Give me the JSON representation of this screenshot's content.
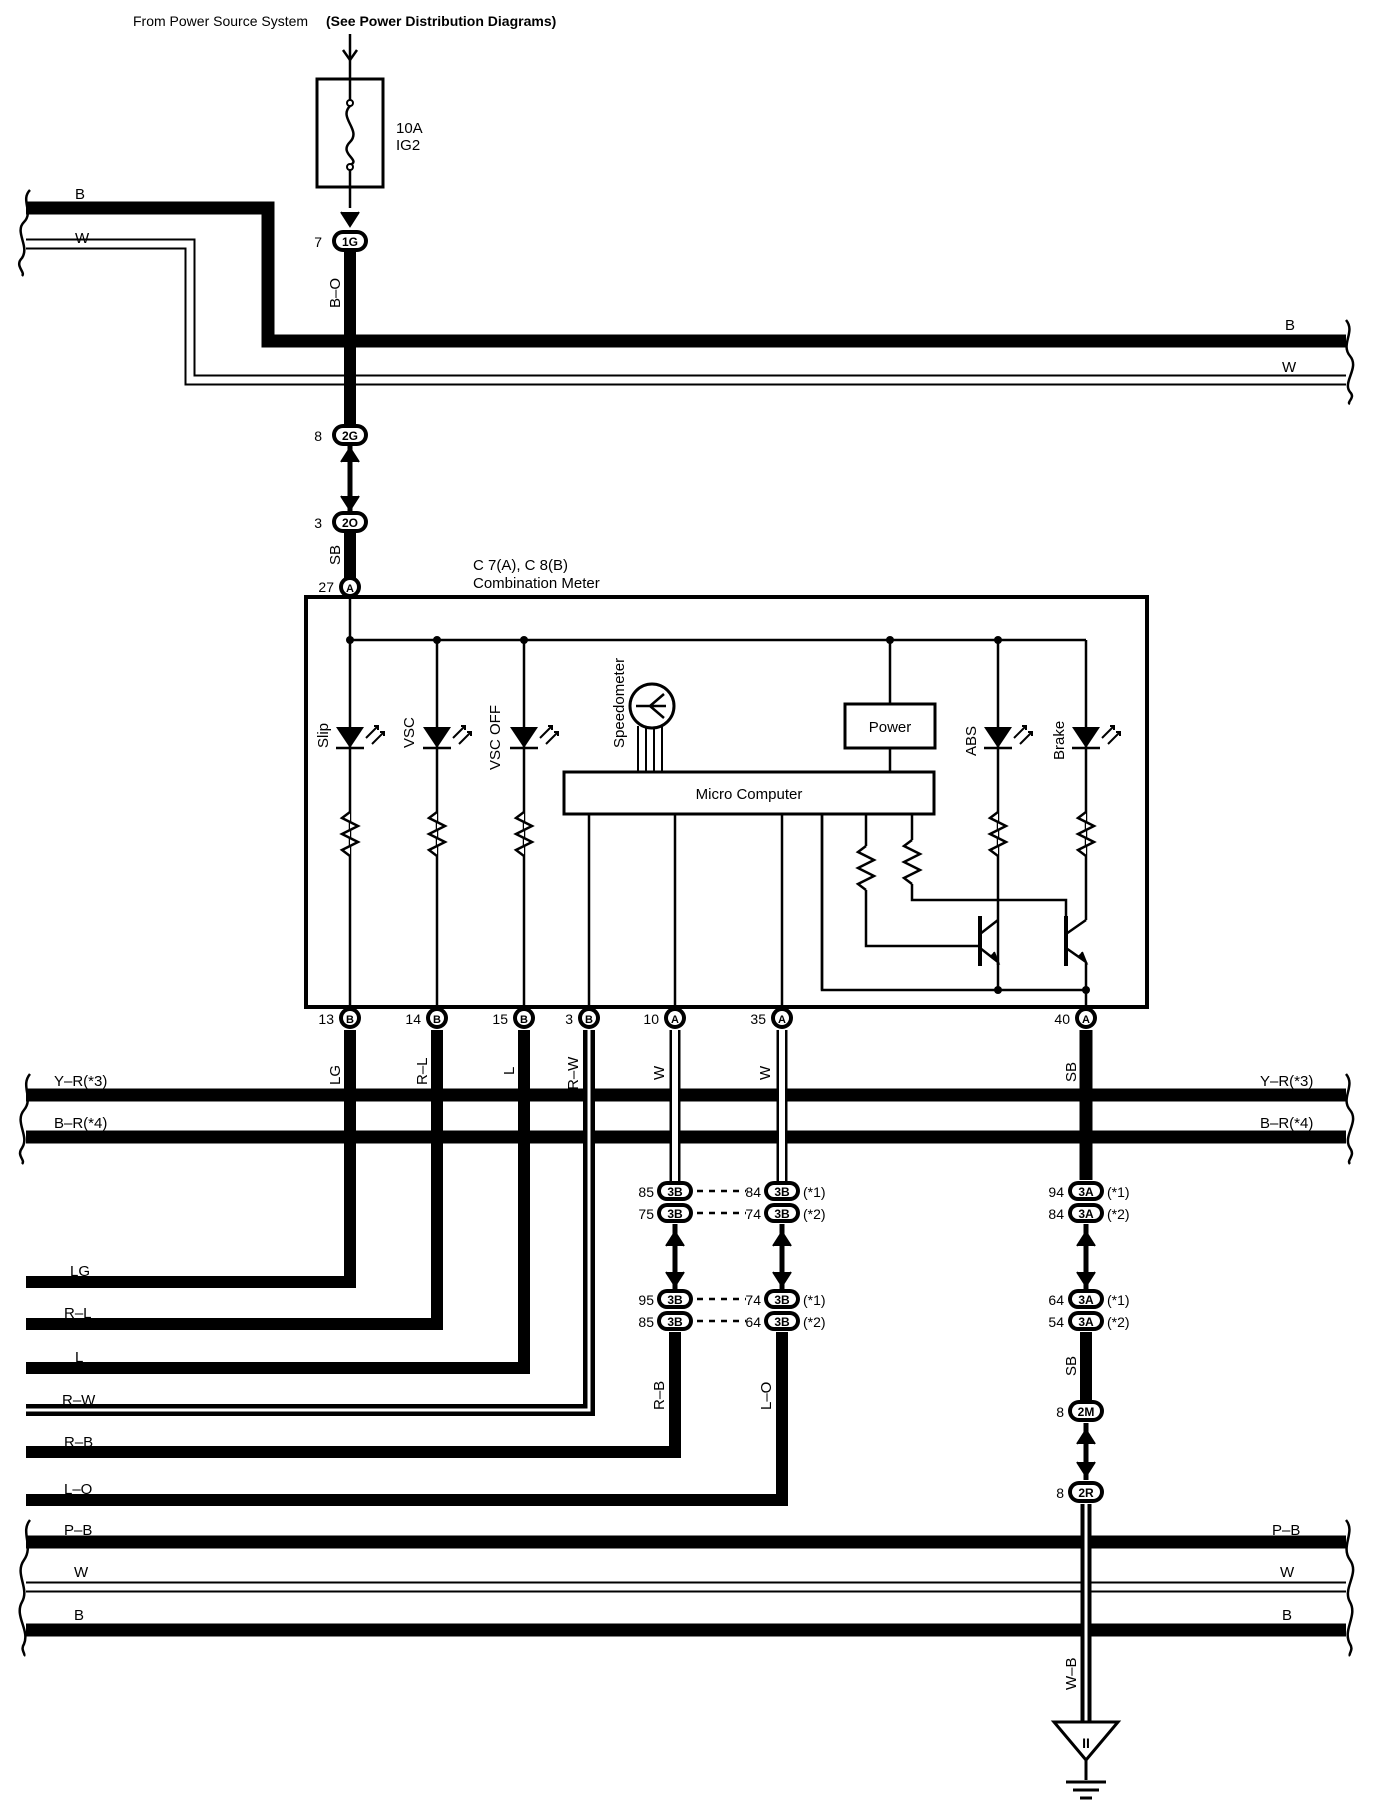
{
  "source": {
    "text": "From Power Source System",
    "note": "(See Power Distribution Diagrams)"
  },
  "fuse": {
    "rating": "10A",
    "name": "IG2"
  },
  "module": {
    "connector_title": "C 7(A), C 8(B)",
    "name": "Combination Meter",
    "power_box": "Power",
    "micro_box": "Micro Computer",
    "gauge_label": "Speedometer",
    "lamps": [
      "Slip",
      "VSC",
      "VSC OFF",
      "ABS",
      "Brake"
    ]
  },
  "top_bus": [
    {
      "left": "B",
      "right": "B"
    },
    {
      "left": "W",
      "right": "W"
    }
  ],
  "mid_bus": [
    {
      "left": "Y–R(*3)",
      "right": "Y–R(*3)"
    },
    {
      "left": "B–R(*4)",
      "right": "B–R(*4)"
    }
  ],
  "bottom_bus": [
    {
      "left": "P–B",
      "right": "P–B"
    },
    {
      "left": "W",
      "right": "W"
    },
    {
      "left": "B",
      "right": "B"
    }
  ],
  "branch_wires": [
    "LG",
    "R–L",
    "L",
    "R–W",
    "R–B",
    "L–O"
  ],
  "feed": {
    "conn_1G": {
      "id": "1G",
      "pin": "7"
    },
    "wire_1": "B–O",
    "conn_2G": {
      "id": "2G",
      "pin": "8"
    },
    "conn_2O": {
      "id": "2O",
      "pin": "3"
    },
    "wire_2": "SB",
    "conn_27A": {
      "id": "A",
      "pin": "27"
    }
  },
  "meter_pins": [
    {
      "pin": "13",
      "id": "B",
      "wire": "LG"
    },
    {
      "pin": "14",
      "id": "B",
      "wire": "R–L"
    },
    {
      "pin": "15",
      "id": "B",
      "wire": "L"
    },
    {
      "pin": "3",
      "id": "B",
      "wire": "R–W"
    },
    {
      "pin": "10",
      "id": "A",
      "wire": "W"
    },
    {
      "pin": "35",
      "id": "A",
      "wire": "W"
    },
    {
      "pin": "40",
      "id": "A",
      "wire": "SB"
    }
  ],
  "junctions": {
    "j3b_a": [
      {
        "lpin": "85",
        "id": "3B",
        "rpin": "84",
        "note": "(*1)"
      },
      {
        "lpin": "75",
        "id": "3B",
        "rpin": "74",
        "note": "(*2)"
      }
    ],
    "j3b_b": [
      {
        "lpin": "95",
        "id": "3B",
        "rpin": "74",
        "note": "(*1)"
      },
      {
        "lpin": "85",
        "id": "3B",
        "rpin": "64",
        "note": "(*2)"
      }
    ],
    "j3a_a": [
      {
        "pin": "94",
        "id": "3A",
        "note": "(*1)"
      },
      {
        "pin": "84",
        "id": "3A",
        "note": "(*2)"
      }
    ],
    "j3a_b": [
      {
        "pin": "64",
        "id": "3A",
        "note": "(*1)"
      },
      {
        "pin": "54",
        "id": "3A",
        "note": "(*2)"
      }
    ],
    "wire_rb": "R–B",
    "wire_lo": "L–O",
    "wire_sb2": "SB",
    "conn_2M": {
      "id": "2M",
      "pin": "8"
    },
    "conn_2R": {
      "id": "2R",
      "pin": "8"
    },
    "wire_wb": "W–B",
    "ground": "II"
  }
}
